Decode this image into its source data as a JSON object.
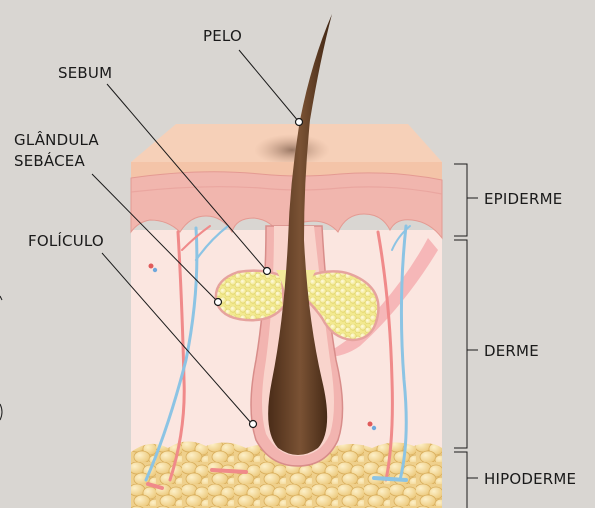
{
  "labels": {
    "hair": "PELO",
    "sebum": "SEBUM",
    "gland_line1": "GLÂNDULA",
    "gland_line2": "SEBÁCEA",
    "follicle": "FOLÍCULO",
    "epidermis": "EPIDERME",
    "dermis": "DERME",
    "hypodermis": "HIPODERME"
  },
  "colors": {
    "background": "#d9d6d2",
    "skin_surface": "#f3c8ae",
    "epidermis": "#f0b8b2",
    "dermis": "#fbe6e0",
    "fat": "#f5d9a0",
    "hair": "#5c3a22",
    "gland": "#f4efb0",
    "artery": "#f08a8a",
    "vein": "#8cc4e4",
    "leader_line": "#1a1a1a"
  }
}
